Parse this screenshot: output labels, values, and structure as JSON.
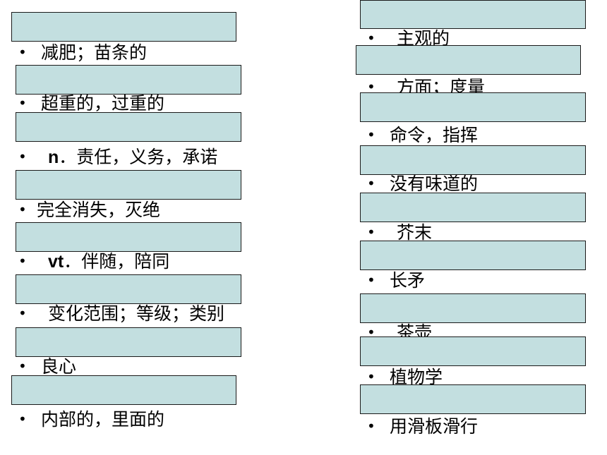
{
  "left_items": [
    {
      "text": "减肥；苗条的"
    },
    {
      "text": "超重的，过重的"
    },
    {
      "prefix": "n",
      "text": "．责任，义务，承诺"
    },
    {
      "text": "完全消失，灭绝"
    },
    {
      "prefix": "vt",
      "text": "．伴随，陪同"
    },
    {
      "text": "变化范围；等级；类别"
    },
    {
      "text": "良心"
    },
    {
      "text": "内部的，里面的"
    }
  ],
  "right_items": [
    {
      "text": "主观的"
    },
    {
      "text": "方面；度量"
    },
    {
      "text": "命令，指挥"
    },
    {
      "text": "没有味道的"
    },
    {
      "text": "芥末"
    },
    {
      "text": "长矛"
    },
    {
      "text": "茶壶"
    },
    {
      "text": "植物学"
    },
    {
      "text": "用滑板滑行"
    }
  ]
}
